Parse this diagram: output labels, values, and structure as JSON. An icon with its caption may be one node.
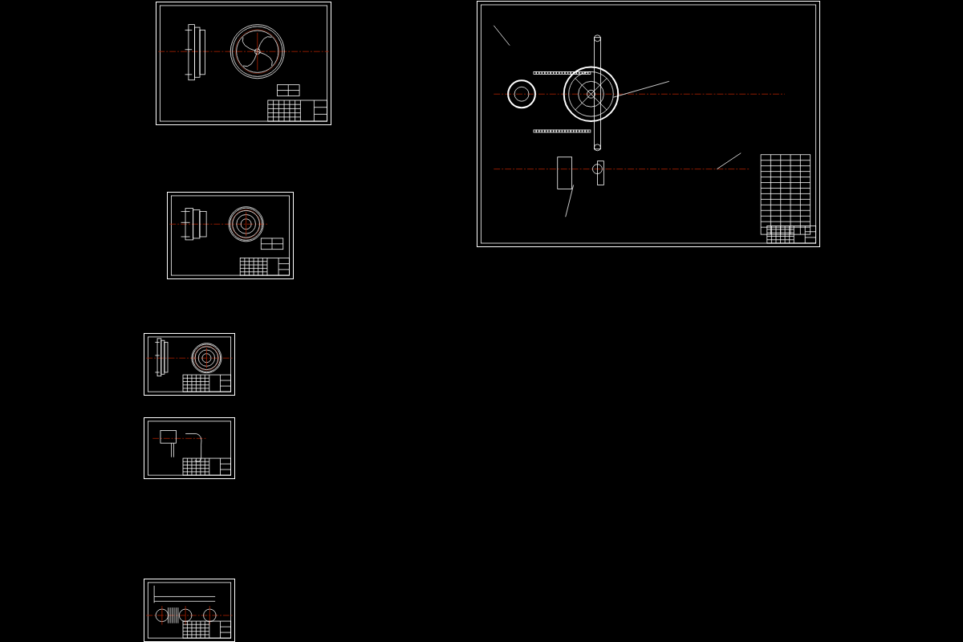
{
  "diagram": {
    "nodes": [
      {
        "text": [],
        "shape": "picture"
      },
      {
        "text": [],
        "shape": "picture"
      },
      {
        "text": [],
        "shape": "picture"
      },
      {
        "text": [],
        "shape": "picture"
      },
      {
        "text": [],
        "shape": "picture"
      },
      {
        "text": [],
        "shape": "picture"
      }
    ]
  }
}
